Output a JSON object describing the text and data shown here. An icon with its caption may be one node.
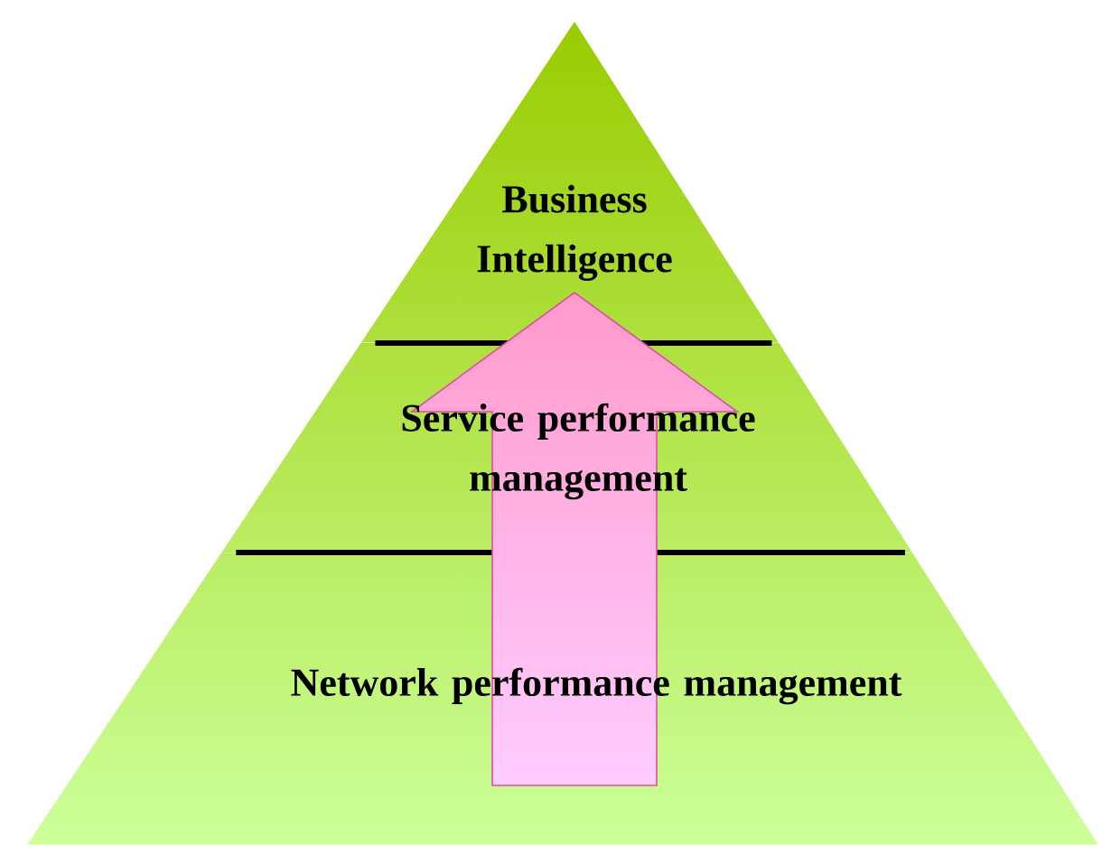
{
  "diagram": {
    "nodes": [
      {
        "text": [
          "Business Intelligence"
        ]
      },
      {
        "text": [
          "Service performance management"
        ]
      },
      {
        "text": [
          "Network performance management"
        ]
      }
    ]
  }
}
